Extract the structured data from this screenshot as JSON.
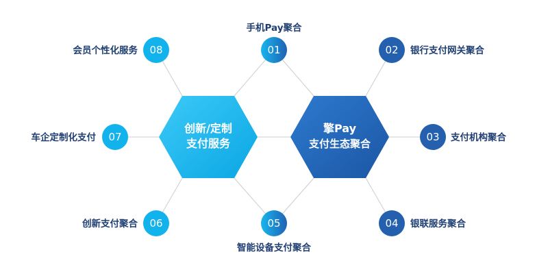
{
  "colors": {
    "cyan": "#0ab2ec",
    "cyan_light": "#2fc3f5",
    "blue_dark": "#1f5fad",
    "blue_mid": "#2a74c5",
    "line": "#c9cdd3",
    "label": "#1f3f73"
  },
  "hexagons": {
    "left": {
      "line1": "创新/定制",
      "line2": "支付服务"
    },
    "right": {
      "line1": "擎Pay",
      "line2": "支付生态聚合"
    }
  },
  "nodes": [
    {
      "num": "01",
      "label": "手机Pay聚合"
    },
    {
      "num": "02",
      "label": "银行支付网关聚合"
    },
    {
      "num": "03",
      "label": "支付机构聚合"
    },
    {
      "num": "04",
      "label": "银联服务聚合"
    },
    {
      "num": "05",
      "label": "智能设备支付聚合"
    },
    {
      "num": "06",
      "label": "创新支付聚合"
    },
    {
      "num": "07",
      "label": "车企定制化支付"
    },
    {
      "num": "08",
      "label": "会员个性化服务"
    }
  ]
}
